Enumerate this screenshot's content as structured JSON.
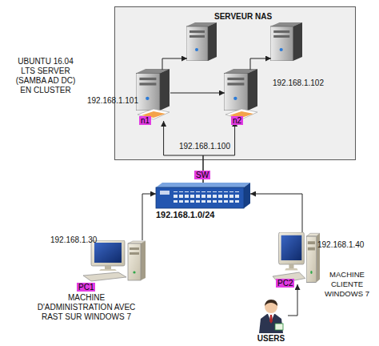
{
  "diagram": {
    "nodes": [
      {
        "text": [
          "UBUNTU 16.04 LTS SERVER (SAMBA AD DC) EN CLUSTER"
        ]
      },
      {
        "text": [],
        "in": 0
      },
      {
        "text": [],
        "in": 0
      },
      {
        "text": [
          "192.168.1.101",
          "n1"
        ],
        "in": 0
      },
      {
        "text": [
          "192.168.1.102",
          "n2"
        ],
        "in": 0
      },
      {
        "text": [
          "SW",
          "192.168.1.0/24"
        ]
      },
      {
        "text": [
          "192.168.1.30",
          "PC1",
          "MACHINE D'ADMINISTRATION AVEC RAST SUR WINDOWS 7"
        ]
      },
      {
        "text": [
          "192.168.1.40",
          "PC2",
          "MACHINE CLIENTE WINDOWS 7"
        ]
      },
      {
        "text": [
          "USERS"
        ]
      }
    ],
    "edges": [
      {
        "from": 3,
        "to": 4,
        "arrow": "to"
      },
      {
        "from": 3,
        "to": 1,
        "arrow": "to"
      },
      {
        "from": 4,
        "to": 2,
        "arrow": "to"
      },
      {
        "from": 5,
        "to": 3,
        "arrow": "to"
      },
      {
        "from": 5,
        "to": 4,
        "arrow": "to"
      },
      {
        "from": 6,
        "to": 5,
        "arrow": "to"
      },
      {
        "from": 7,
        "to": 5,
        "arrow": "to"
      },
      {
        "from": 8,
        "to": 7,
        "arrow": "to"
      }
    ],
    "labels": [
      "SERVEUR NAS",
      "192.168.1.100"
    ]
  }
}
